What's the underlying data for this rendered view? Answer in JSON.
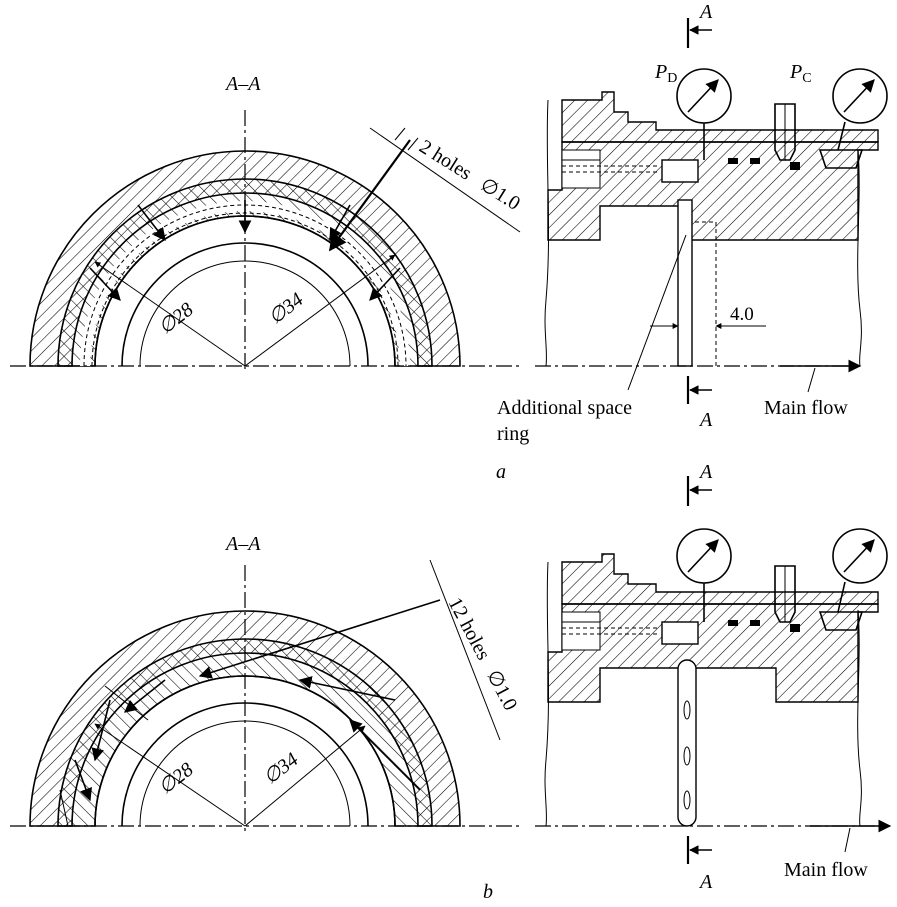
{
  "figure": {
    "panel_a": {
      "section_label": "A–A",
      "holes_label": "2 holes",
      "holes_dia": "∅1.0",
      "dia_inner": "∅28",
      "dia_outer": "∅34",
      "cut_marker": "A",
      "pressure_d": "P",
      "pressure_d_sub": "D",
      "pressure_c": "P",
      "pressure_c_sub": "C",
      "dimension_gap": "4.0",
      "ring_label_1": "Additional space",
      "ring_label_2": "ring",
      "flow_label": "Main flow",
      "panel_letter": "a"
    },
    "panel_b": {
      "section_label": "A–A",
      "holes_label": "12 holes",
      "holes_dia": "∅1.0",
      "dia_inner": "∅28",
      "dia_outer": "∅34",
      "cut_marker": "A",
      "flow_label": "Main flow",
      "panel_letter": "b"
    }
  },
  "icons": [
    "pressure-gauge-icon",
    "flow-arrow-icon"
  ],
  "colors": {
    "line": "#000000",
    "background": "#ffffff"
  }
}
